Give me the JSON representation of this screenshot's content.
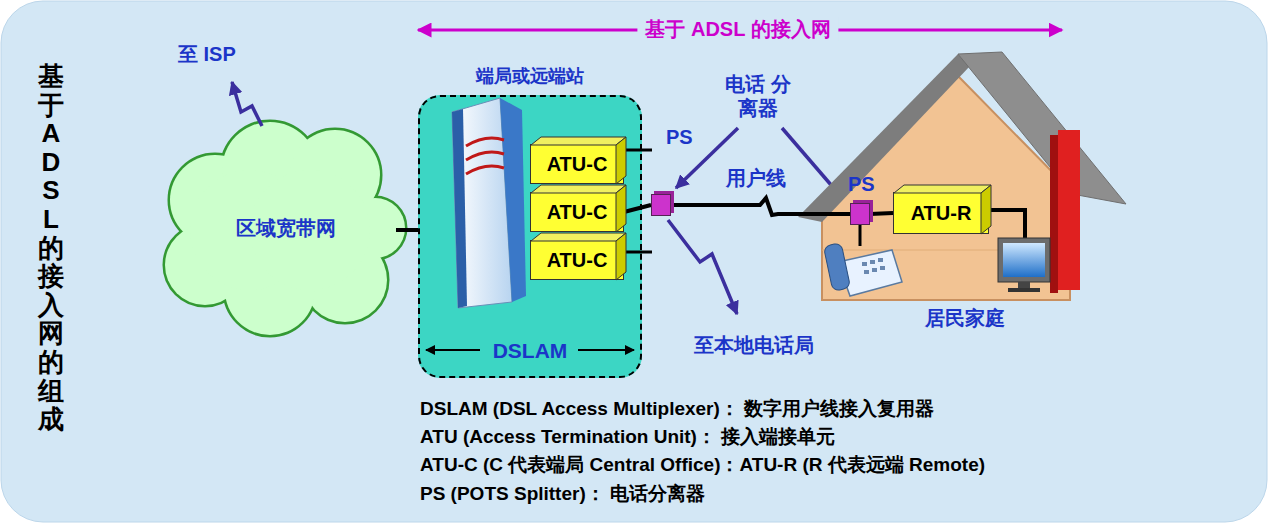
{
  "diagram": {
    "title": "基于 ADSL 的接入网的组成",
    "nodes": [
      {
        "text": [
          "区域宽带网"
        ]
      },
      {
        "text": [
          "端局或远端站",
          "DSLAM"
        ]
      },
      {
        "text": [
          "ATU-C"
        ],
        "in": 1
      },
      {
        "text": [
          "ATU-C"
        ],
        "in": 1
      },
      {
        "text": [
          "ATU-C"
        ],
        "in": 1
      },
      {
        "text": [
          "PS"
        ]
      },
      {
        "text": [
          "居民家庭"
        ]
      },
      {
        "text": [
          "PS"
        ],
        "in": 6
      },
      {
        "text": [
          "ATU-R"
        ],
        "in": 6
      }
    ],
    "edges": [
      {
        "from": 0,
        "to": 1,
        "arrow": "none"
      },
      {
        "from": 3,
        "to": 5,
        "arrow": "none"
      },
      {
        "from": 5,
        "to": 7,
        "label": "用户线",
        "arrow": "none"
      },
      {
        "from": 7,
        "to": 8,
        "arrow": "none"
      }
    ],
    "labels": [
      "至 ISP",
      "基于 ADSL 的接入网",
      "电话 分离器",
      "至本地电话局",
      "DSLAM (DSL Access Multiplexer)： 数字用户线接入复用器",
      "ATU (Access Termination Unit)： 接入端接单元",
      "ATU-C (C 代表端局 Central Office)：ATU-R (R 代表远端 Remote)",
      "PS (POTS Splitter)： 电话分离器"
    ]
  }
}
